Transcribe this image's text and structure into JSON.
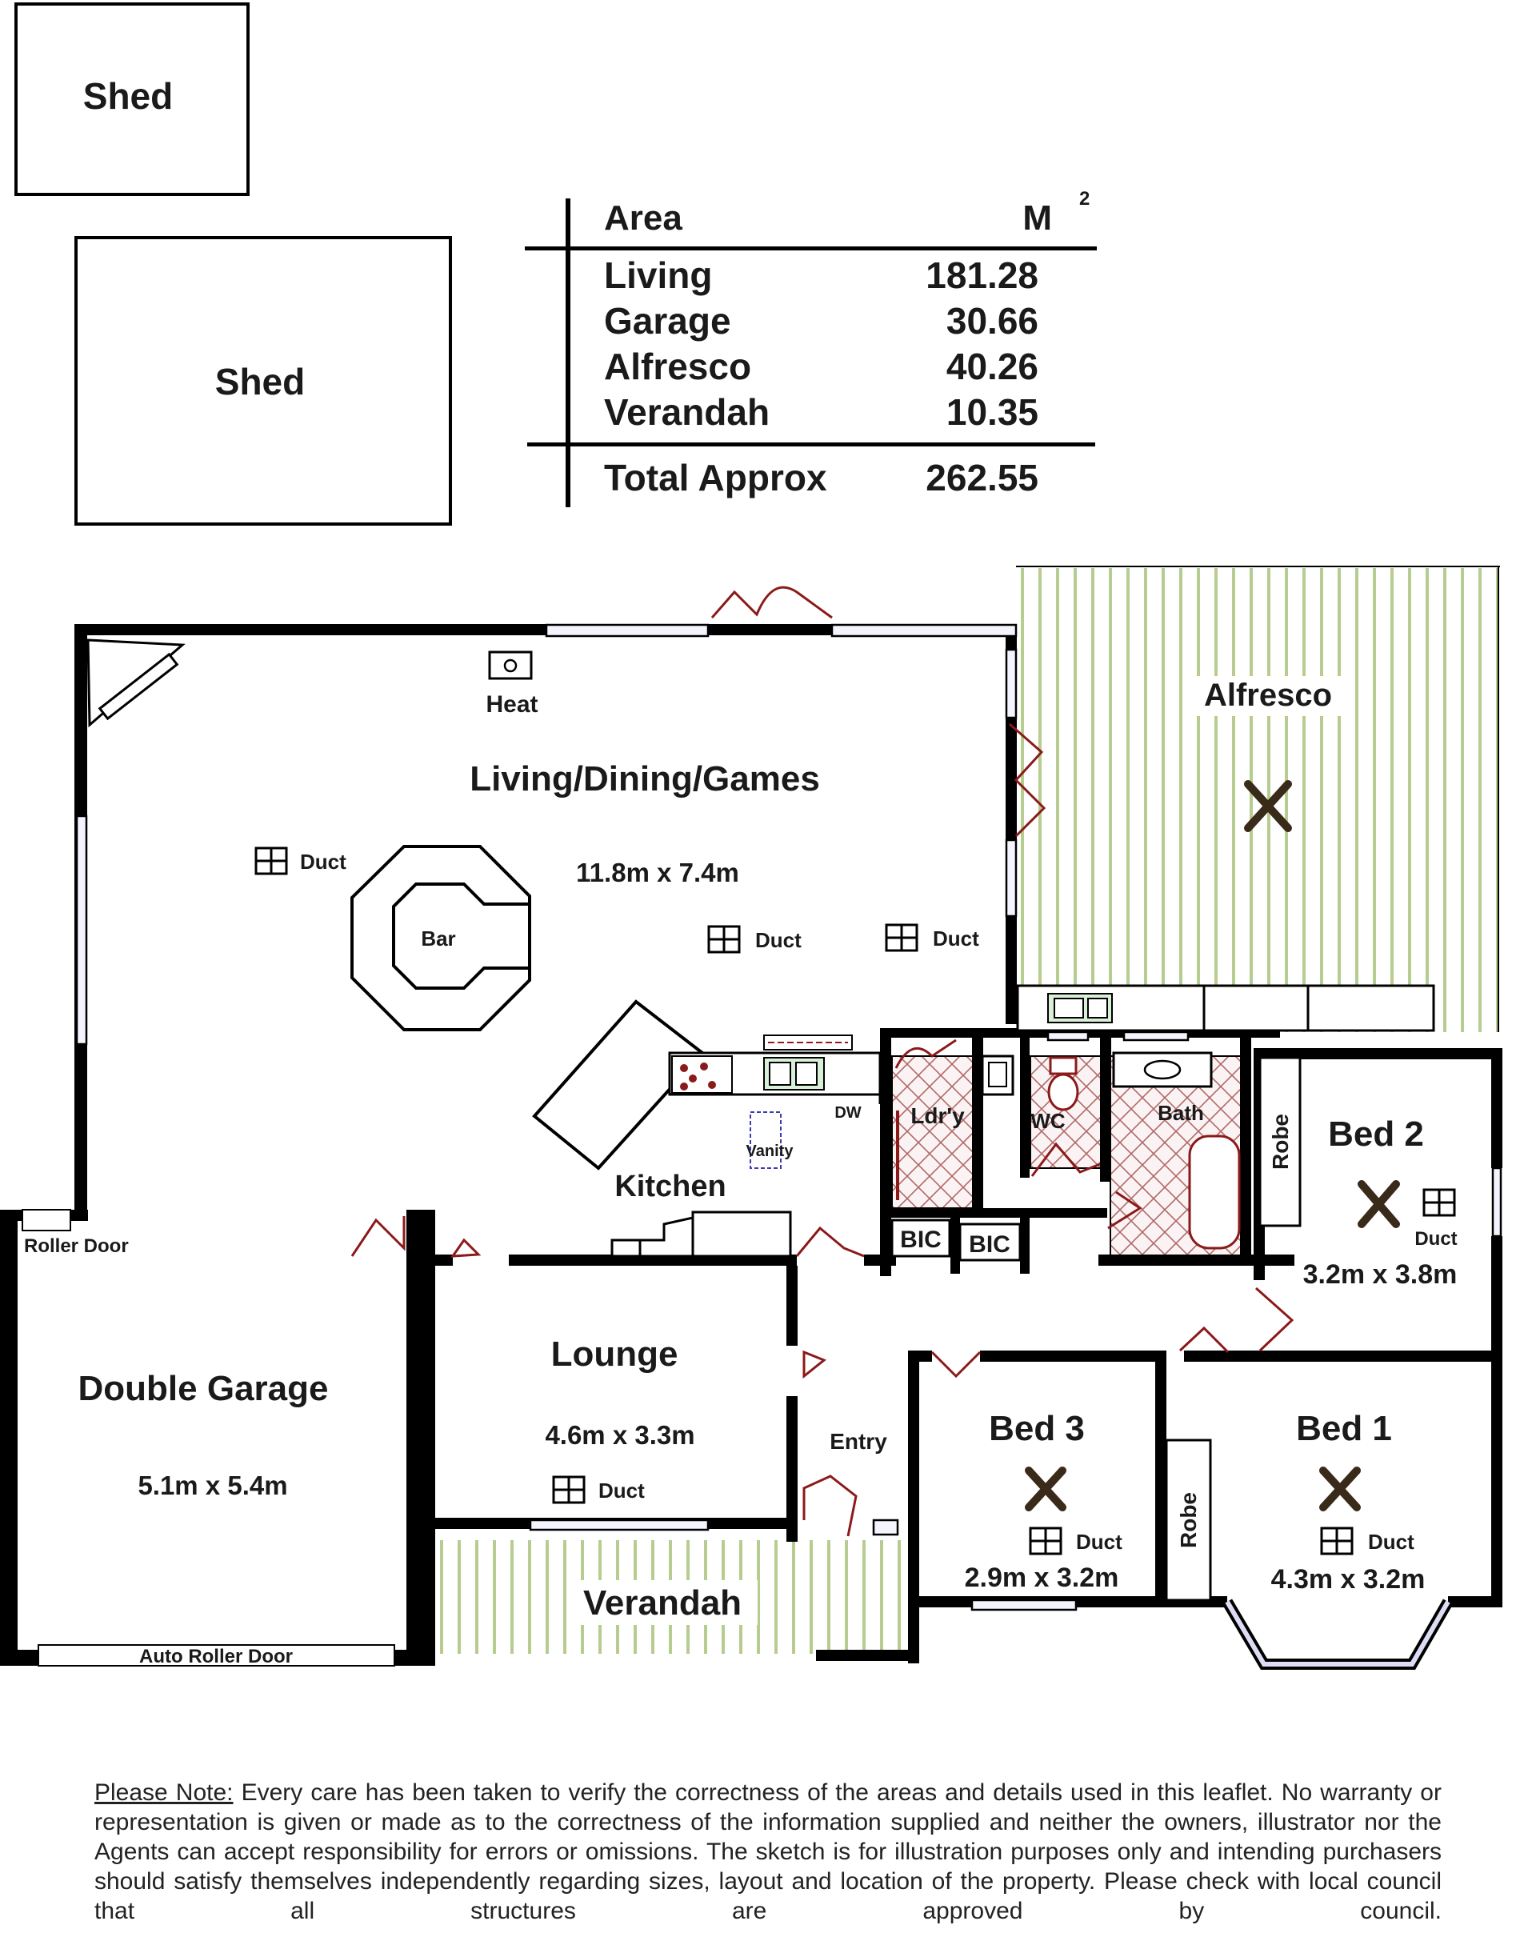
{
  "sheds": [
    {
      "label": "Shed"
    },
    {
      "label": "Shed"
    }
  ],
  "area_table": {
    "header_label": "Area",
    "header_unit": "M",
    "header_unit_sup": "2",
    "rows": [
      {
        "label": "Living",
        "value": "181.28"
      },
      {
        "label": "Garage",
        "value": "30.66"
      },
      {
        "label": "Alfresco",
        "value": "40.26"
      },
      {
        "label": "Verandah",
        "value": "10.35"
      }
    ],
    "total": {
      "label": "Total Approx",
      "value": "262.55"
    }
  },
  "rooms": {
    "living": {
      "name": "Living/Dining/Games",
      "size": "11.8m x 7.4m"
    },
    "alfresco": {
      "name": "Alfresco"
    },
    "kitchen": {
      "name": "Kitchen"
    },
    "laundry": {
      "name": "Ldr'y"
    },
    "wc": {
      "name": "WC"
    },
    "bath": {
      "name": "Bath"
    },
    "bed2": {
      "name": "Bed 2",
      "size": "3.2m x 3.8m"
    },
    "lounge": {
      "name": "Lounge",
      "size": "4.6m x 3.3m"
    },
    "garage": {
      "name": "Double Garage",
      "size": "5.1m x 5.4m"
    },
    "entry": {
      "name": "Entry"
    },
    "bed3": {
      "name": "Bed 3",
      "size": "2.9m x 3.2m"
    },
    "bed1": {
      "name": "Bed 1",
      "size": "4.3m x 3.2m"
    },
    "verandah": {
      "name": "Verandah"
    }
  },
  "fixtures": {
    "heat": "Heat",
    "duct": "Duct",
    "bar": "Bar",
    "dw": "DW",
    "vanity": "Vanity",
    "bic": "BIC",
    "robe": "Robe",
    "roller_door": "Roller Door",
    "auto_roller_door": "Auto Roller Door"
  },
  "disclaimer": {
    "lead": "Please Note:",
    "text": "Every care has been taken to verify the correctness of the areas and details used in this leaflet. No warranty or representation is given or made as to the correctness of the information supplied and neither the owners, illustrator nor the Agents can accept responsibility for errors or omissions. The sketch is for illustration purposes only and intending purchasers should satisfy themselves independently regarding sizes, layout and location of the property. Please check with local council that all structures are approved by council."
  }
}
